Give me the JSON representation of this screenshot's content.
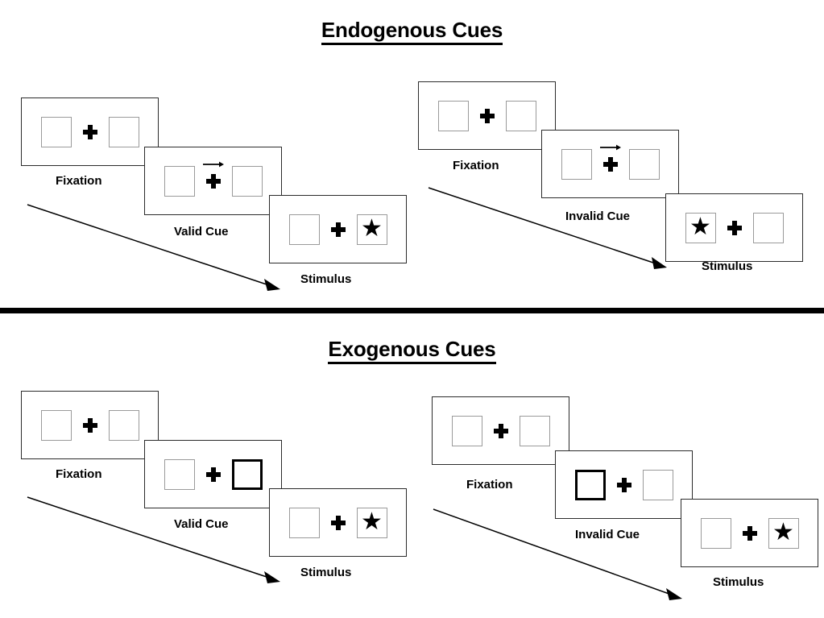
{
  "sections": [
    {
      "id": "endogenous",
      "title": "Endogenous Cues",
      "columns": [
        {
          "id": "endogenous-valid",
          "panels": [
            {
              "caption": "Fixation",
              "cue": "none",
              "cued_side": "none",
              "star_side": "none"
            },
            {
              "caption": "Valid Cue",
              "cue": "arrow",
              "cued_side": "right",
              "star_side": "none"
            },
            {
              "caption": "Stimulus",
              "cue": "none",
              "cued_side": "none",
              "star_side": "right"
            }
          ]
        },
        {
          "id": "endogenous-invalid",
          "panels": [
            {
              "caption": "Fixation",
              "cue": "none",
              "cued_side": "none",
              "star_side": "none"
            },
            {
              "caption": "Invalid Cue",
              "cue": "arrow",
              "cued_side": "right",
              "star_side": "none"
            },
            {
              "caption": "Stimulus",
              "cue": "none",
              "cued_side": "none",
              "star_side": "left"
            }
          ]
        }
      ]
    },
    {
      "id": "exogenous",
      "title": "Exogenous Cues",
      "columns": [
        {
          "id": "exogenous-valid",
          "panels": [
            {
              "caption": "Fixation",
              "cue": "none",
              "cued_side": "none",
              "star_side": "none"
            },
            {
              "caption": "Valid Cue",
              "cue": "box",
              "cued_side": "right",
              "star_side": "none"
            },
            {
              "caption": "Stimulus",
              "cue": "none",
              "cued_side": "none",
              "star_side": "right"
            }
          ]
        },
        {
          "id": "exogenous-invalid",
          "panels": [
            {
              "caption": "Fixation",
              "cue": "none",
              "cued_side": "none",
              "star_side": "none"
            },
            {
              "caption": "Invalid Cue",
              "cue": "box",
              "cued_side": "left",
              "star_side": "none"
            },
            {
              "caption": "Stimulus",
              "cue": "none",
              "cued_side": "none",
              "star_side": "right"
            }
          ]
        }
      ]
    }
  ],
  "glyphs": {
    "star": "★",
    "fixation_cross": "plus-icon",
    "cue_arrow": "arrow-right-icon",
    "time_arrow": "time-flow-arrow-icon"
  },
  "colors": {
    "ink": "#000000",
    "frame_border": "#2b2b2b",
    "box_border": "#9a9a9a",
    "box_cued_border": "#000000",
    "background": "#ffffff"
  },
  "titles": {
    "endogenous": "Endogenous Cues",
    "exogenous": "Exogenous Cues"
  }
}
